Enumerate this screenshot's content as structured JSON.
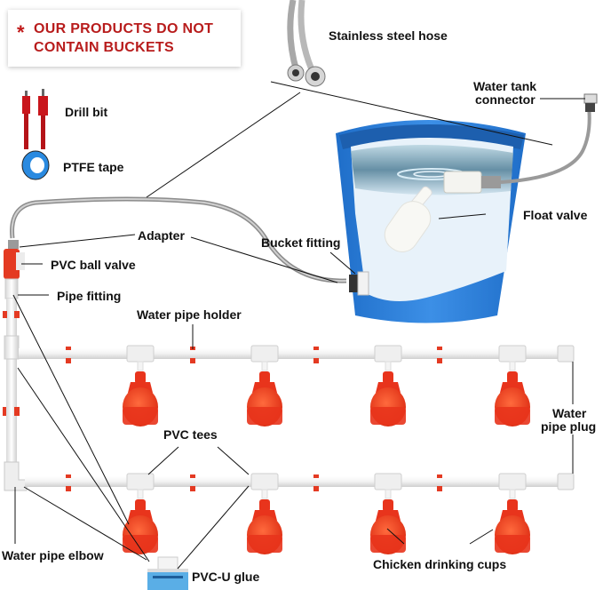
{
  "notice": {
    "star": "*",
    "line1": "OUR PRODUCTS DO NOT",
    "line2": "CONTAIN BUCKETS",
    "color": "#b81c1c"
  },
  "accessories": [
    {
      "label": "Drill bit",
      "icon": "drill-bit-icon"
    },
    {
      "label": "PTFE tape",
      "icon": "ptfe-tape-icon"
    }
  ],
  "labels": {
    "stainless_steel_hose": "Stainless steel hose",
    "water_tank_connector_1": "Water tank",
    "water_tank_connector_2": "connector",
    "float_valve": "Float valve",
    "adapter": "Adapter",
    "bucket_fitting": "Bucket fitting",
    "pvc_ball_valve": "PVC ball valve",
    "pipe_fitting": "Pipe fitting",
    "water_pipe_holder": "Water pipe holder",
    "water_pipe_plug_1": "Water",
    "water_pipe_plug_2": "pipe plug",
    "pvc_tees": "PVC tees",
    "water_pipe_elbow": "Water pipe elbow",
    "pvc_u_glue": "PVC-U glue",
    "chicken_drinking_cups": "Chicken drinking cups"
  },
  "colors": {
    "bucket_blue": "#2f7fd6",
    "water_light": "#e6f1fa",
    "pipe_white": "#eeeeee",
    "cup_red": "#e8341c",
    "hose_gray": "#9a9a9a"
  },
  "cups_per_row": 4,
  "rows": 2
}
